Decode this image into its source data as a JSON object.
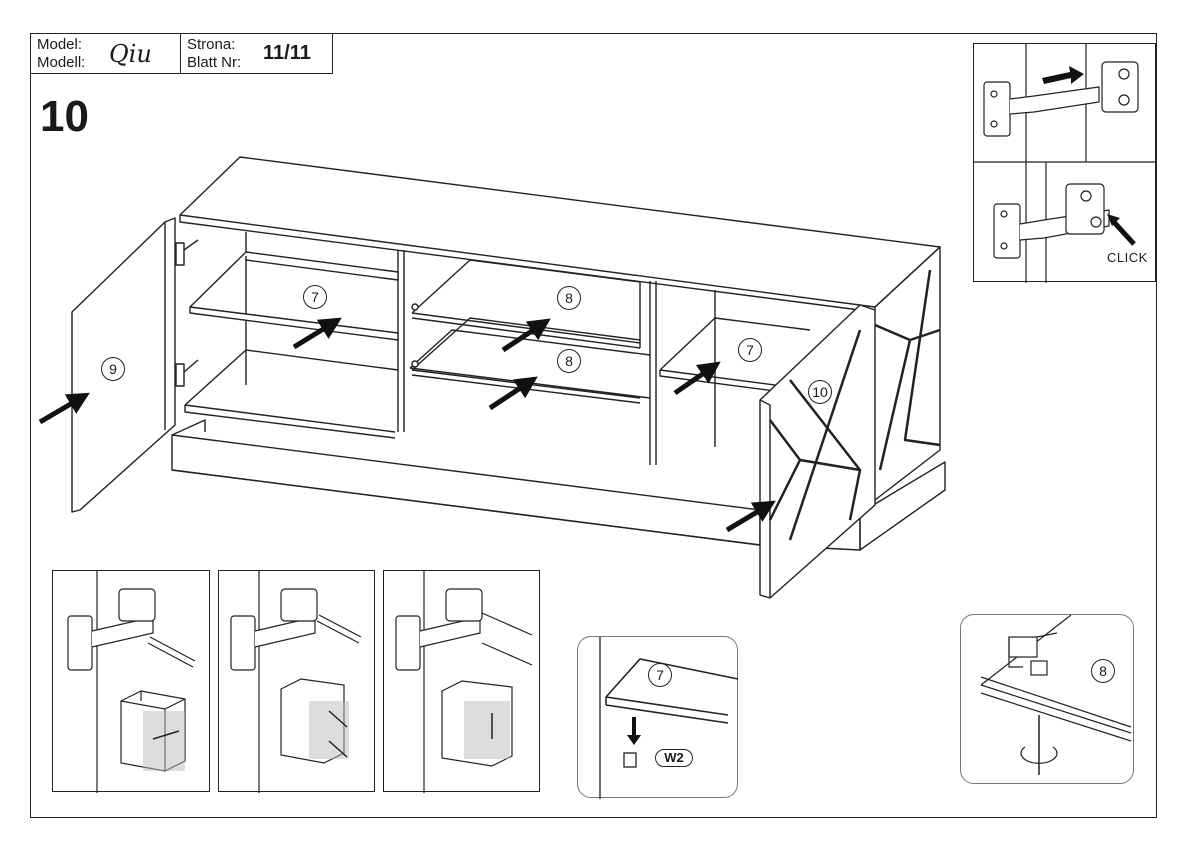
{
  "header": {
    "model_label_pl": "Model:",
    "model_label_de": "Modell:",
    "model_name": "Qiu",
    "page_label_pl": "Strona:",
    "page_label_de": "Blatt Nr:",
    "page_number": "11/11"
  },
  "step_number": "10",
  "parts": {
    "door_left": "9",
    "door_right": "10",
    "shelf_left": "7",
    "shelf_right": "7",
    "glass_shelf_top": "8",
    "glass_shelf_bottom": "8",
    "detail_shelf": "7",
    "detail_glass": "8"
  },
  "labels": {
    "click": "CLICK",
    "w2": "W2"
  }
}
